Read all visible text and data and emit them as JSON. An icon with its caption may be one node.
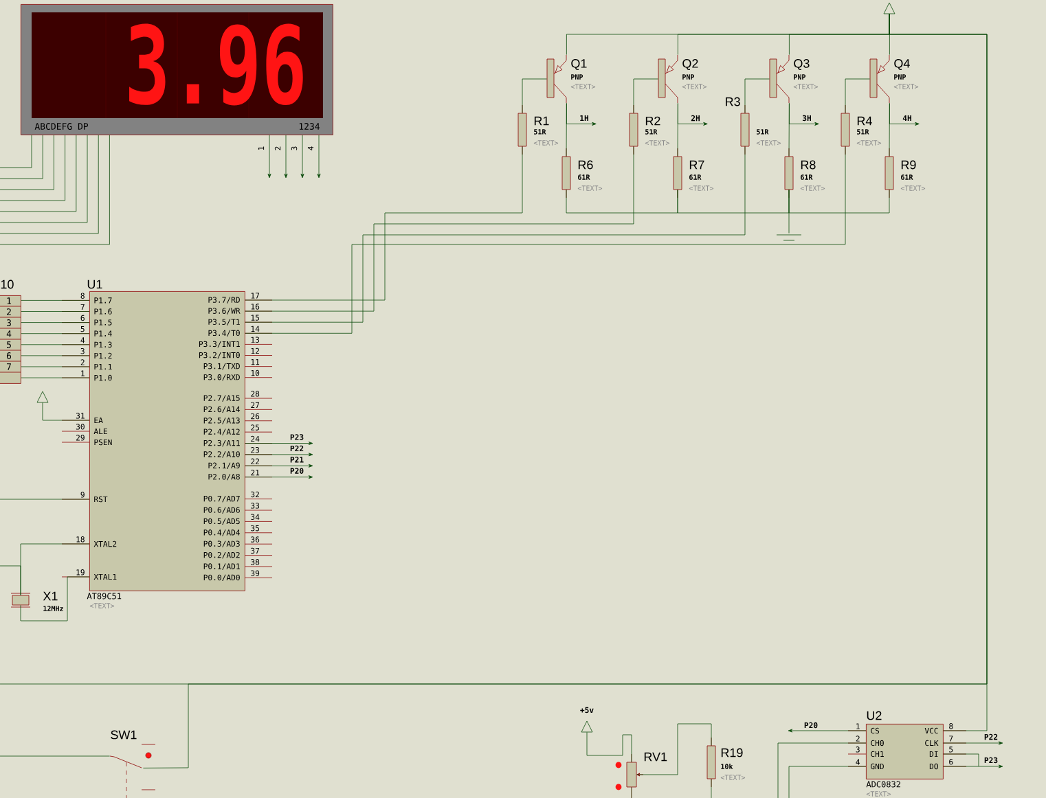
{
  "diagram": {
    "nodes": [
      {
        "text": [
          "3.96",
          "ABCDEFG DP",
          "1234"
        ]
      },
      {
        "text": [
          "Q1",
          "PNP",
          "<TEXT>"
        ]
      },
      {
        "text": [
          "Q2",
          "PNP",
          "<TEXT>"
        ]
      },
      {
        "text": [
          "Q3",
          "PNP",
          "<TEXT>"
        ]
      },
      {
        "text": [
          "Q4",
          "PNP",
          "<TEXT>"
        ]
      },
      {
        "text": [
          "R1",
          "51R",
          "<TEXT>"
        ]
      },
      {
        "text": [
          "R2",
          "51R",
          "<TEXT>"
        ]
      },
      {
        "text": [
          "R3",
          "51R",
          "<TEXT>"
        ]
      },
      {
        "text": [
          "R4",
          "51R",
          "<TEXT>"
        ]
      },
      {
        "text": [
          "R6",
          "61R",
          "<TEXT>"
        ]
      },
      {
        "text": [
          "R7",
          "61R",
          "<TEXT>"
        ]
      },
      {
        "text": [
          "R8",
          "61R",
          "<TEXT>"
        ]
      },
      {
        "text": [
          "R9",
          "61R",
          "<TEXT>"
        ]
      },
      {
        "text": [
          "U1",
          "AT89C51",
          "<TEXT>"
        ]
      },
      {
        "text": [
          "10"
        ]
      },
      {
        "text": [
          "X1",
          "12MHz"
        ]
      },
      {
        "text": [
          "SW1"
        ]
      },
      {
        "text": [
          "RV1"
        ]
      },
      {
        "text": [
          "R19",
          "10k",
          "<TEXT>"
        ]
      },
      {
        "text": [
          "U2",
          "ADC0832",
          "<TEXT>"
        ]
      },
      {
        "text": [],
        "shape": "triangle"
      },
      {
        "text": [],
        "shape": "triangle"
      },
      {
        "text": [
          "+5v"
        ]
      },
      {
        "text": [],
        "shape": "ground"
      }
    ],
    "edges": [
      {
        "from": 5,
        "to": 1,
        "arrow": "none"
      },
      {
        "from": 6,
        "to": 2,
        "arrow": "none"
      },
      {
        "from": 7,
        "to": 3,
        "arrow": "none"
      },
      {
        "from": 8,
        "to": 4,
        "arrow": "none"
      },
      {
        "from": 1,
        "to": 9,
        "arrow": "none"
      },
      {
        "from": 2,
        "to": 10,
        "arrow": "none"
      },
      {
        "from": 3,
        "to": 11,
        "arrow": "none"
      },
      {
        "from": 4,
        "to": 12,
        "arrow": "none"
      },
      {
        "from": 1,
        "to": null,
        "arrow": "to",
        "label": "1H"
      },
      {
        "from": 2,
        "to": null,
        "arrow": "to",
        "label": "2H"
      },
      {
        "from": 3,
        "to": null,
        "arrow": "to",
        "label": "3H"
      },
      {
        "from": 4,
        "to": null,
        "arrow": "to",
        "label": "4H"
      },
      {
        "from": 1,
        "to": 20,
        "arrow": "none"
      },
      {
        "from": 2,
        "to": 20,
        "arrow": "none"
      },
      {
        "from": 3,
        "to": 20,
        "arrow": "none"
      },
      {
        "from": 4,
        "to": 20,
        "arrow": "none"
      },
      {
        "from": 9,
        "to": 10,
        "arrow": "none"
      },
      {
        "from": 10,
        "to": 11,
        "arrow": "none"
      },
      {
        "from": 11,
        "to": 12,
        "arrow": "none"
      },
      {
        "from": 11,
        "to": 23,
        "arrow": "none"
      },
      {
        "from": 5,
        "to": 13,
        "arrow": "none"
      },
      {
        "from": 6,
        "to": 13,
        "arrow": "none"
      },
      {
        "from": 7,
        "to": 13,
        "arrow": "none"
      },
      {
        "from": 8,
        "to": 13,
        "arrow": "none"
      },
      {
        "from": 0,
        "to": null,
        "arrow": "none"
      },
      {
        "from": 0,
        "to": null,
        "arrow": "none"
      },
      {
        "from": 0,
        "to": null,
        "arrow": "none"
      },
      {
        "from": 0,
        "to": null,
        "arrow": "none"
      },
      {
        "from": 0,
        "to": null,
        "arrow": "none"
      },
      {
        "from": 0,
        "to": null,
        "arrow": "none"
      },
      {
        "from": 0,
        "to": null,
        "arrow": "none"
      },
      {
        "from": 0,
        "to": null,
        "arrow": "none"
      },
      {
        "from": 0,
        "to": null,
        "arrow": "to"
      },
      {
        "from": 0,
        "to": null,
        "arrow": "to"
      },
      {
        "from": 0,
        "to": null,
        "arrow": "to"
      },
      {
        "from": 0,
        "to": null,
        "arrow": "to"
      },
      {
        "from": 14,
        "to": 13,
        "arrow": "none"
      },
      {
        "from": 14,
        "to": 13,
        "arrow": "none"
      },
      {
        "from": 14,
        "to": 13,
        "arrow": "none"
      },
      {
        "from": 14,
        "to": 13,
        "arrow": "none"
      },
      {
        "from": 14,
        "to": 13,
        "arrow": "none"
      },
      {
        "from": 14,
        "to": 13,
        "arrow": "none"
      },
      {
        "from": 14,
        "to": 13,
        "arrow": "none"
      },
      {
        "from": 14,
        "to": 13,
        "arrow": "none"
      },
      {
        "from": 13,
        "to": 21,
        "arrow": "none"
      },
      {
        "from": 13,
        "to": null,
        "arrow": "none"
      },
      {
        "from": 13,
        "to": 15,
        "arrow": "none"
      },
      {
        "from": 13,
        "to": 15,
        "arrow": "none"
      },
      {
        "from": 13,
        "to": null,
        "arrow": "to",
        "label": "P23"
      },
      {
        "from": 13,
        "to": null,
        "arrow": "to",
        "label": "P22"
      },
      {
        "from": 13,
        "to": null,
        "arrow": "to",
        "label": "P21"
      },
      {
        "from": 13,
        "to": null,
        "arrow": "to",
        "label": "P20"
      },
      {
        "from": 19,
        "to": null,
        "arrow": "to",
        "label": "P20"
      },
      {
        "from": 19,
        "to": null,
        "arrow": "to",
        "label": "P22"
      },
      {
        "from": 19,
        "to": null,
        "arrow": "to",
        "label": "P23"
      },
      {
        "from": 19,
        "to": 20,
        "arrow": "none"
      },
      {
        "from": 19,
        "to": null,
        "arrow": "none"
      },
      {
        "from": 19,
        "to": null,
        "arrow": "none"
      },
      {
        "from": 22,
        "to": 17,
        "arrow": "none"
      },
      {
        "from": 17,
        "to": 18,
        "arrow": "none"
      },
      {
        "from": 16,
        "to": null,
        "arrow": "none"
      },
      {
        "from": 16,
        "to": 20,
        "arrow": "none"
      },
      {
        "from": null,
        "to": 20,
        "arrow": "none"
      },
      {
        "from": 17,
        "to": null,
        "arrow": "none"
      },
      {
        "from": 18,
        "to": null,
        "arrow": "none"
      },
      {
        "from": 15,
        "to": null,
        "arrow": "none"
      }
    ],
    "labels": [
      "P1.7",
      "P1.6",
      "P1.5",
      "P1.4",
      "P1.3",
      "P1.2",
      "P1.1",
      "P1.0",
      "8",
      "7",
      "6",
      "5",
      "4",
      "3",
      "2",
      "1",
      "EA",
      "ALE",
      "PSEN",
      "RST",
      "XTAL2",
      "XTAL1",
      "31",
      "30",
      "29",
      "9",
      "18",
      "19",
      "P3.7/RD",
      "P3.6/WR",
      "P3.5/T1",
      "P3.4/T0",
      "P3.3/INT1",
      "P3.2/INT0",
      "P3.1/TXD",
      "P3.0/RXD",
      "17",
      "16",
      "15",
      "14",
      "13",
      "12",
      "11",
      "10",
      "P2.7/A15",
      "P2.6/A14",
      "P2.5/A13",
      "P2.4/A12",
      "P2.3/A11",
      "P2.2/A10",
      "P2.1/A9",
      "P2.0/A8",
      "28",
      "27",
      "26",
      "25",
      "24",
      "23",
      "22",
      "21",
      "P0.7/AD7",
      "P0.6/AD6",
      "P0.5/AD5",
      "P0.4/AD4",
      "P0.3/AD3",
      "P0.2/AD2",
      "P0.1/AD1",
      "P0.0/AD0",
      "32",
      "33",
      "34",
      "35",
      "36",
      "37",
      "38",
      "39",
      "1",
      "2",
      "3",
      "4",
      "5",
      "6",
      "7",
      "1",
      "2",
      "3",
      "4",
      "CS",
      "CH0",
      "CH1",
      "GND",
      "VCC",
      "CLK",
      "DI",
      "DO",
      "1",
      "2",
      "3",
      "4",
      "8",
      "7",
      "5",
      "6"
    ]
  }
}
